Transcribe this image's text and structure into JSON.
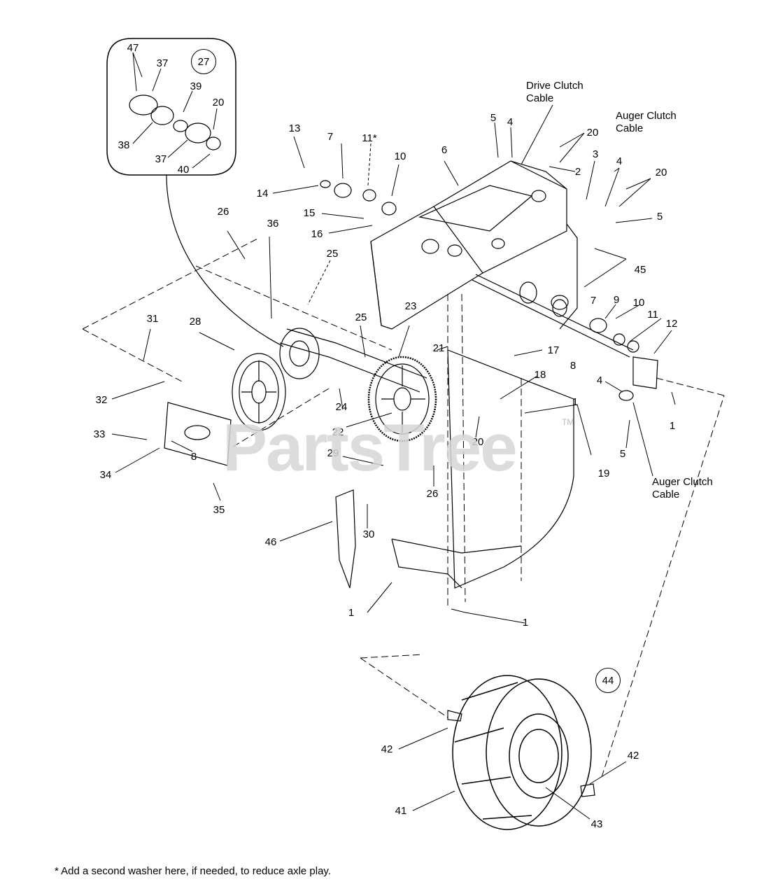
{
  "watermark": "PartsTree",
  "watermark_tm": "TM",
  "footnote": "* Add a second washer here, if needed, to reduce axle play.",
  "cables": {
    "drive_line1": "Drive Clutch",
    "drive_line2": "Cable",
    "auger_top_line1": "Auger Clutch",
    "auger_top_line2": "Cable",
    "auger_bottom_line1": "Auger Clutch",
    "auger_bottom_line2": "Cable"
  },
  "circled": {
    "inset": "27",
    "wheel_assembly": "44"
  },
  "callouts": {
    "inset_47": "47",
    "inset_37a": "37",
    "inset_39": "39",
    "inset_20": "20",
    "inset_38": "38",
    "inset_37b": "37",
    "inset_40": "40",
    "c13": "13",
    "c7a": "7",
    "c11star": "11*",
    "c10a": "10",
    "c6": "6",
    "c5a": "5",
    "c4a": "4",
    "c20a": "20",
    "c2": "2",
    "c3": "3",
    "c4b": "4",
    "c20b": "20",
    "c5b": "5",
    "c14": "14",
    "c15": "15",
    "c16": "16",
    "c26a": "26",
    "c36": "36",
    "c25a": "25",
    "c45": "45",
    "c7b": "7",
    "c9": "9",
    "c10b": "10",
    "c11": "11",
    "c12": "12",
    "c31": "31",
    "c28": "28",
    "c25b": "25",
    "c23": "23",
    "c21": "21",
    "c17": "17",
    "c8a": "8",
    "c32": "32",
    "c24": "24",
    "c18": "18",
    "c4c": "4",
    "c1a": "1",
    "c1b": "1",
    "c22": "22",
    "c20c": "20",
    "c33": "33",
    "c8b": "8",
    "c34": "34",
    "c29": "29",
    "c26b": "26",
    "c19": "19",
    "c5c": "5",
    "c35": "35",
    "c46": "46",
    "c30": "30",
    "c1c": "1",
    "c1d": "1",
    "c42a": "42",
    "c42b": "42",
    "c41": "41",
    "c43": "43"
  }
}
